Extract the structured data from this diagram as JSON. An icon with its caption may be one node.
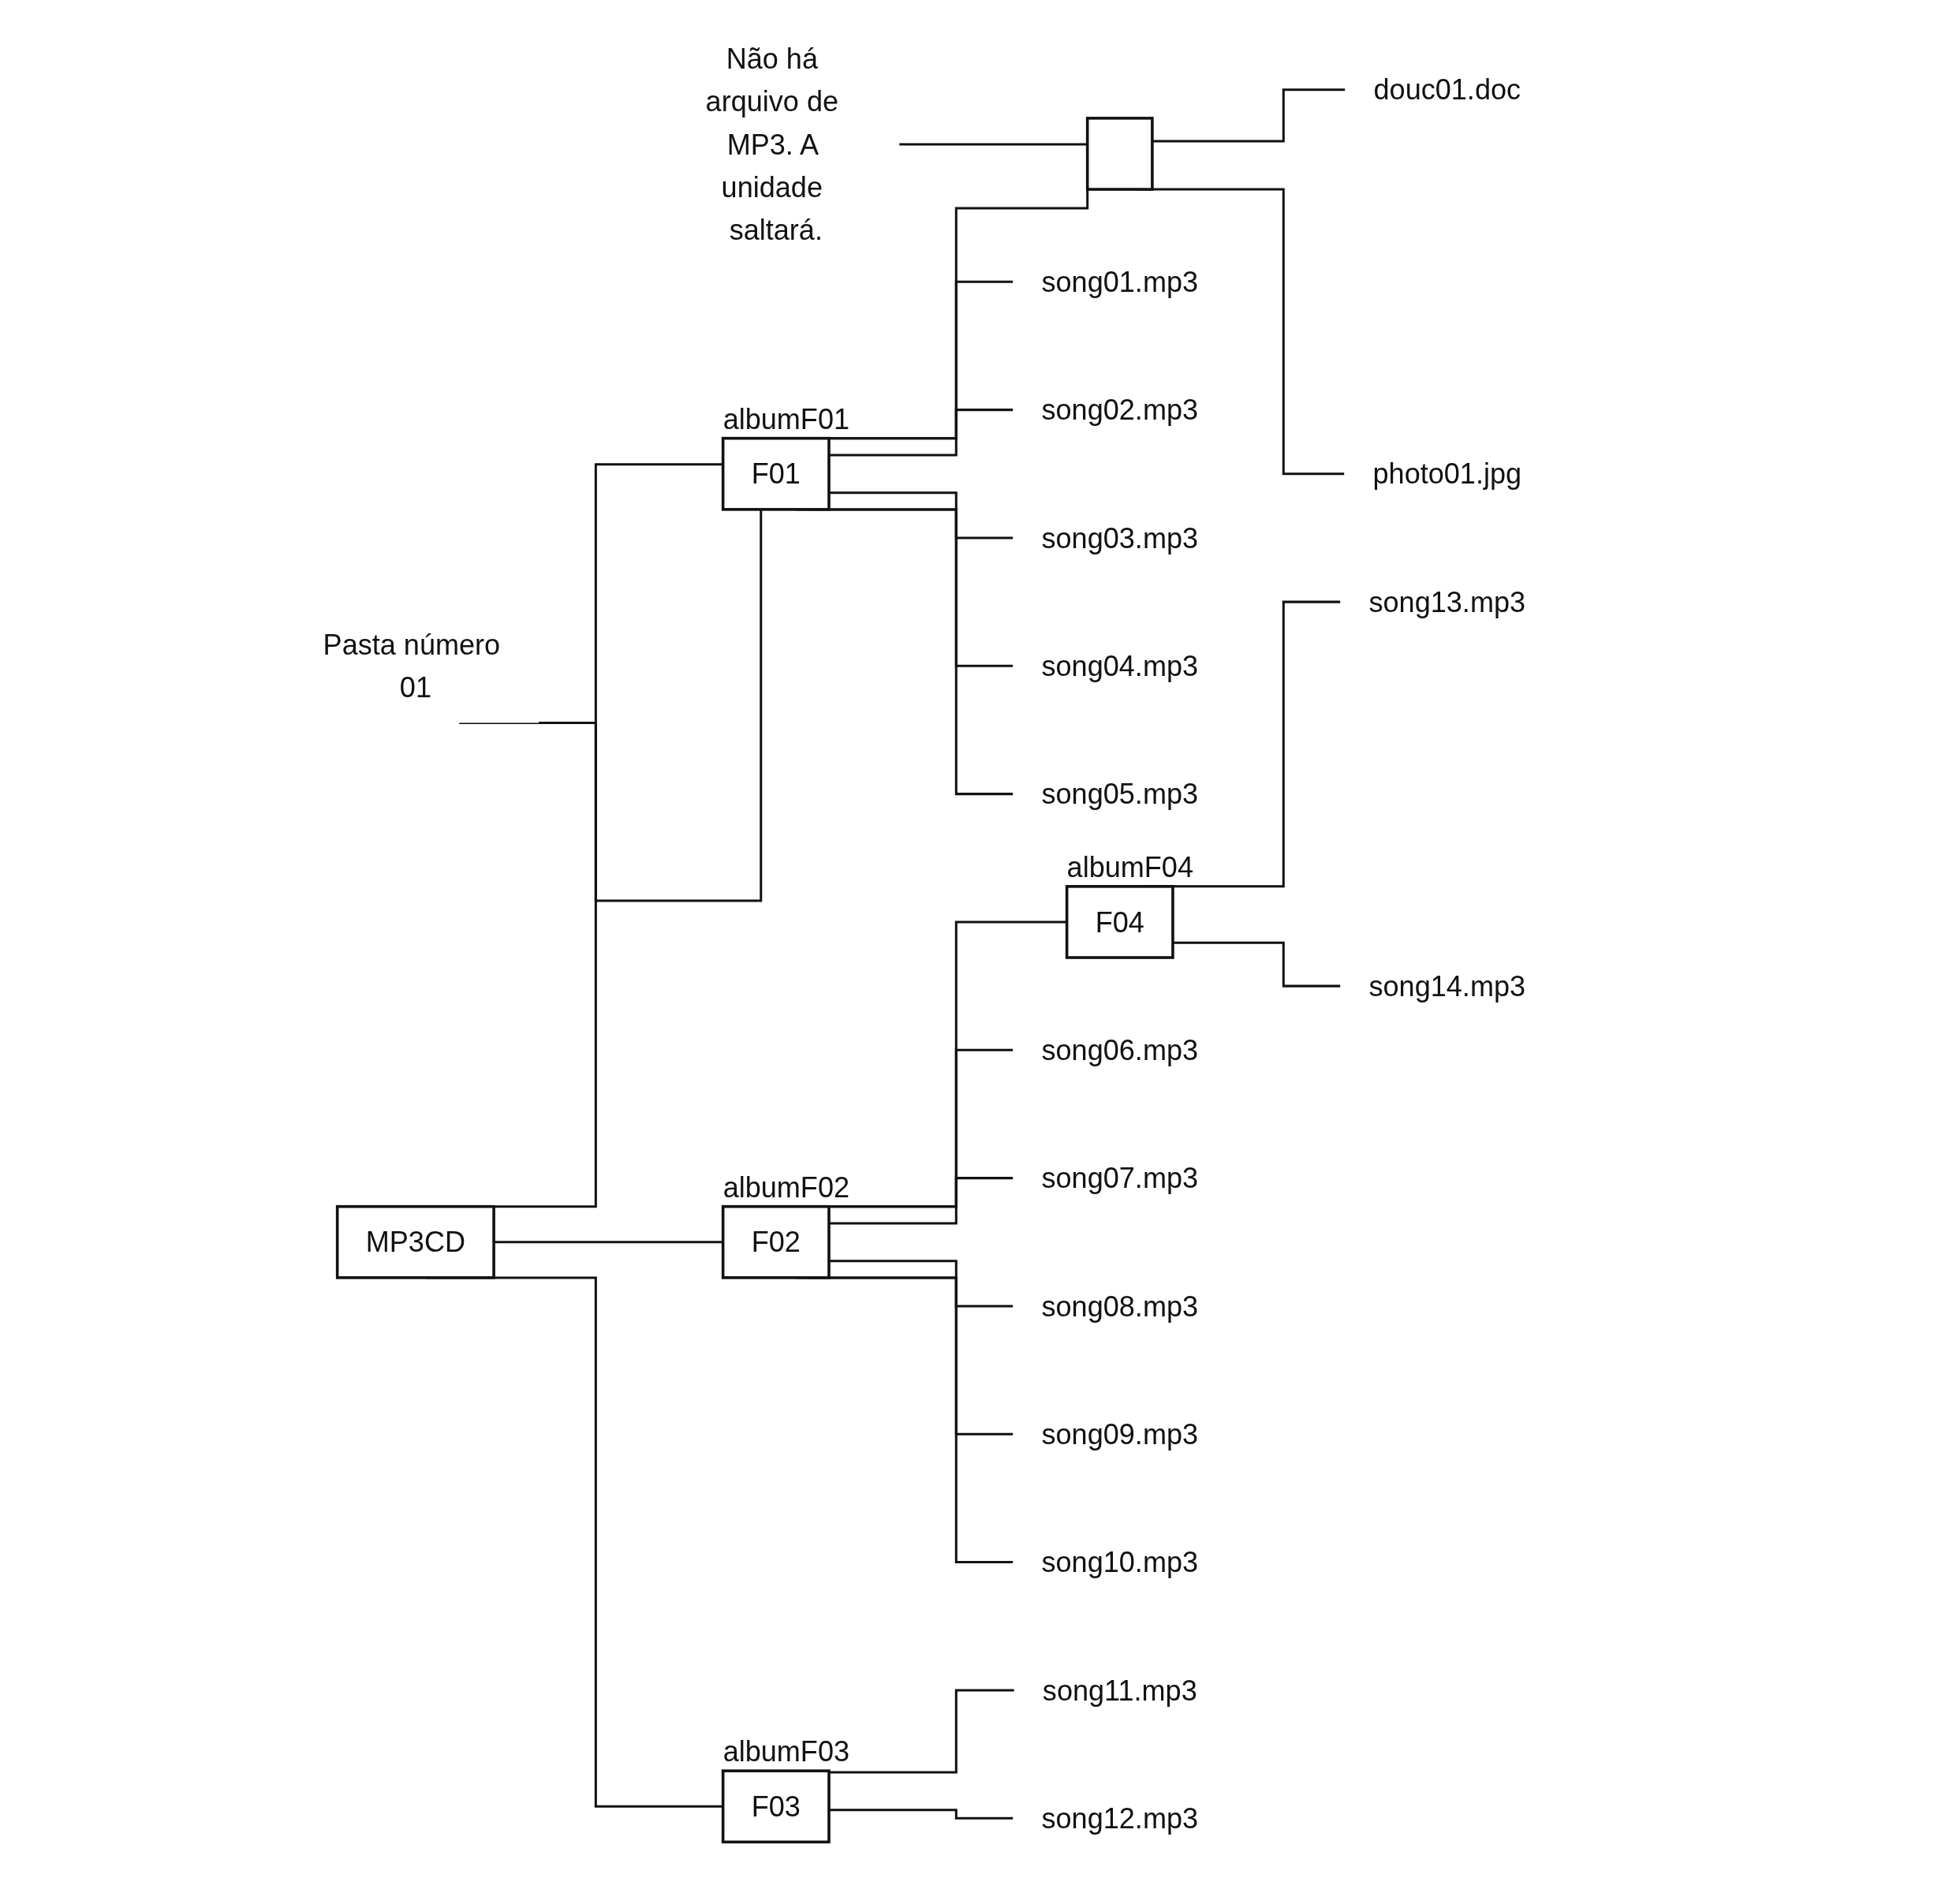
{
  "diagram": {
    "nodes": [
      {
        "text": [
          "MP3CD"
        ]
      },
      {
        "text": [
          "Pasta número 01"
        ]
      },
      {
        "text": [
          "F01"
        ],
        "beside": [
          "albumF01"
        ]
      },
      {
        "text": [
          "Não há arquivo de MP3. A unidade saltará."
        ]
      },
      {
        "text": [],
        "shape": "box"
      },
      {
        "text": [
          "song01.mp3"
        ]
      },
      {
        "text": [
          "song02.mp3"
        ]
      },
      {
        "text": [
          "song03.mp3"
        ]
      },
      {
        "text": [
          "song04.mp3"
        ]
      },
      {
        "text": [
          "song05.mp3"
        ]
      },
      {
        "text": [
          "douc01.doc"
        ]
      },
      {
        "text": [
          "photo01.jpg"
        ]
      },
      {
        "text": [
          "F02"
        ],
        "beside": [
          "albumF02"
        ]
      },
      {
        "text": [
          "F04"
        ],
        "beside": [
          "albumF04"
        ]
      },
      {
        "text": [
          "song06.mp3"
        ]
      },
      {
        "text": [
          "song07.mp3"
        ]
      },
      {
        "text": [
          "song08.mp3"
        ]
      },
      {
        "text": [
          "song09.mp3"
        ]
      },
      {
        "text": [
          "song10.mp3"
        ]
      },
      {
        "text": [
          "song13.mp3"
        ]
      },
      {
        "text": [
          "song14.mp3"
        ]
      },
      {
        "text": [
          "F03"
        ],
        "beside": [
          "albumF03"
        ]
      },
      {
        "text": [
          "song11.mp3"
        ]
      },
      {
        "text": [
          "song12.mp3"
        ]
      }
    ],
    "edges": [
      {
        "from": 0,
        "to": 2,
        "arrow": "none"
      },
      {
        "from": 0,
        "to": 12,
        "arrow": "none"
      },
      {
        "from": 0,
        "to": 21,
        "arrow": "none"
      },
      {
        "from": 1,
        "to": 2,
        "arrow": "none"
      },
      {
        "from": 3,
        "to": 4,
        "arrow": "none"
      },
      {
        "from": 2,
        "to": 4,
        "arrow": "none"
      },
      {
        "from": 2,
        "to": 5,
        "arrow": "none"
      },
      {
        "from": 2,
        "to": 6,
        "arrow": "none"
      },
      {
        "from": 2,
        "to": 7,
        "arrow": "none"
      },
      {
        "from": 2,
        "to": 8,
        "arrow": "none"
      },
      {
        "from": 2,
        "to": 9,
        "arrow": "none"
      },
      {
        "from": 4,
        "to": 10,
        "arrow": "none"
      },
      {
        "from": 4,
        "to": 11,
        "arrow": "none"
      },
      {
        "from": 12,
        "to": 13,
        "arrow": "none"
      },
      {
        "from": 12,
        "to": 14,
        "arrow": "none"
      },
      {
        "from": 12,
        "to": 15,
        "arrow": "none"
      },
      {
        "from": 12,
        "to": 16,
        "arrow": "none"
      },
      {
        "from": 12,
        "to": 17,
        "arrow": "none"
      },
      {
        "from": 12,
        "to": 18,
        "arrow": "none"
      },
      {
        "from": 13,
        "to": 19,
        "arrow": "none"
      },
      {
        "from": 13,
        "to": 20,
        "arrow": "none"
      },
      {
        "from": 21,
        "to": 22,
        "arrow": "none"
      },
      {
        "from": 21,
        "to": 23,
        "arrow": "none"
      }
    ]
  }
}
